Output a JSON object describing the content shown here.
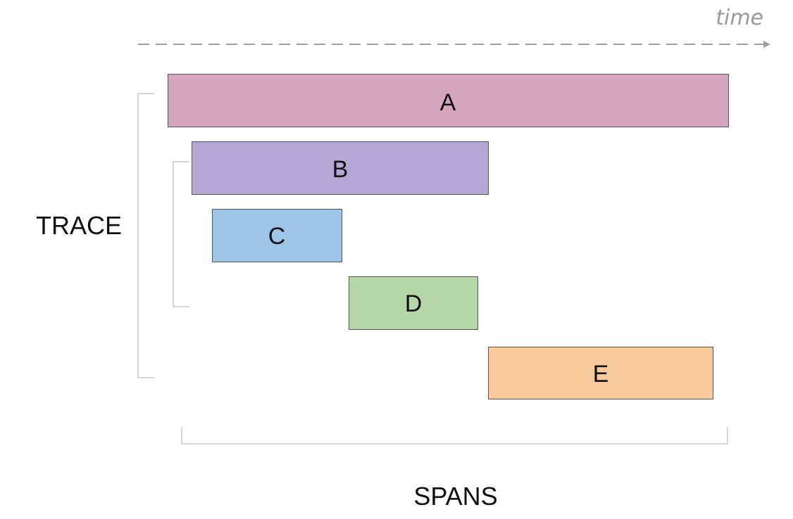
{
  "time_label": "time",
  "trace_label": "TRACE",
  "spans_label": "SPANS",
  "spans": [
    {
      "label": "A",
      "color": "#d5a6bd"
    },
    {
      "label": "B",
      "color": "#b4a7d6"
    },
    {
      "label": "C",
      "color": "#9fc5e8"
    },
    {
      "label": "D",
      "color": "#b6d7a8"
    },
    {
      "label": "E",
      "color": "#f9cb9c"
    }
  ]
}
